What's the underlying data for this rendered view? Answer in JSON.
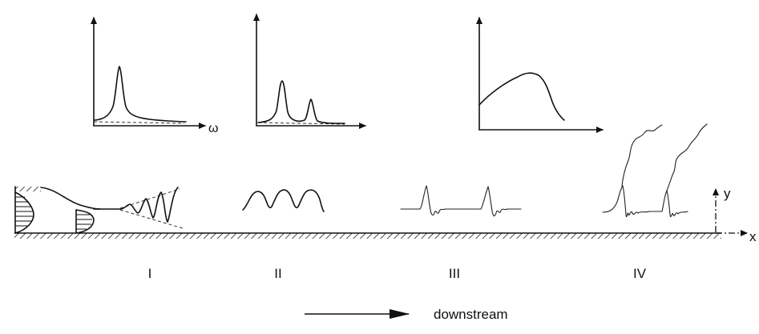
{
  "spectra": {
    "omega_label": "ω"
  },
  "wall": {
    "y_label": "y",
    "x_label": "x"
  },
  "stages": [
    {
      "numeral": "I"
    },
    {
      "numeral": "II"
    },
    {
      "numeral": "III"
    },
    {
      "numeral": "IV"
    }
  ],
  "flow_direction": {
    "label": "downstream"
  },
  "colors": {
    "ink": "#111111",
    "background": "#ffffff"
  }
}
